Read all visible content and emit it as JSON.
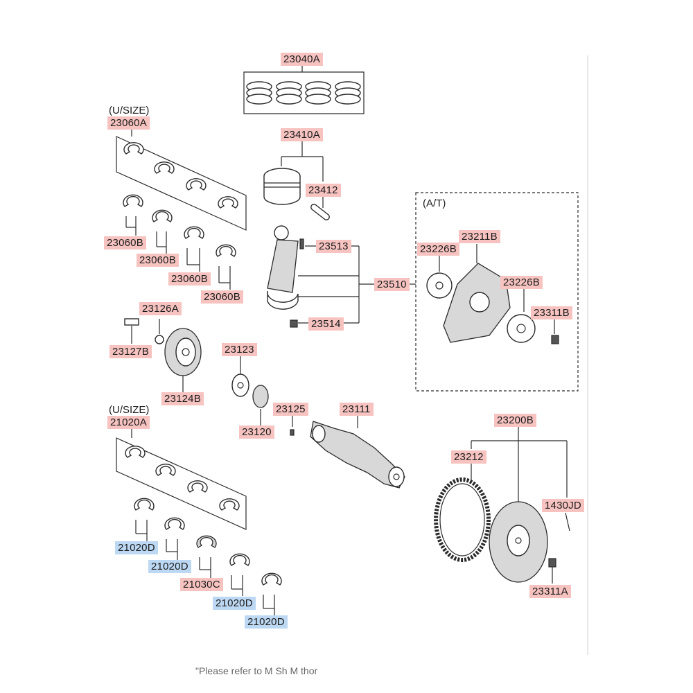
{
  "labels": {
    "usize_upper": "(U/SIZE)",
    "usize_lower": "(U/SIZE)",
    "at_group": "(A/T)",
    "p23040A": "23040A",
    "p23060A": "23060A",
    "p23410A": "23410A",
    "p23412": "23412",
    "p23060B_1": "23060B",
    "p23060B_2": "23060B",
    "p23060B_3": "23060B",
    "p23060B_4": "23060B",
    "p23513": "23513",
    "p23510": "23510",
    "p23514": "23514",
    "p23211B": "23211B",
    "p23226B_1": "23226B",
    "p23226B_2": "23226B",
    "p23311B": "23311B",
    "p23126A": "23126A",
    "p23127B": "23127B",
    "p23124B": "23124B",
    "p23123": "23123",
    "p23120": "23120",
    "p23125": "23125",
    "p23111": "23111",
    "p21020A": "21020A",
    "p23200B": "23200B",
    "p23212": "23212",
    "p1430JD": "1430JD",
    "p23311A": "23311A",
    "p21020D_1": "21020D",
    "p21020D_2": "21020D",
    "p21030C": "21030C",
    "p21020D_3": "21020D",
    "p21020D_4": "21020D"
  },
  "footer_note": "\"Please refer to  M     Sh   M                    thor",
  "colors": {
    "label_red": "#f6c3c0",
    "label_blue": "#bcd8f3",
    "line": "#2a2a2a"
  }
}
